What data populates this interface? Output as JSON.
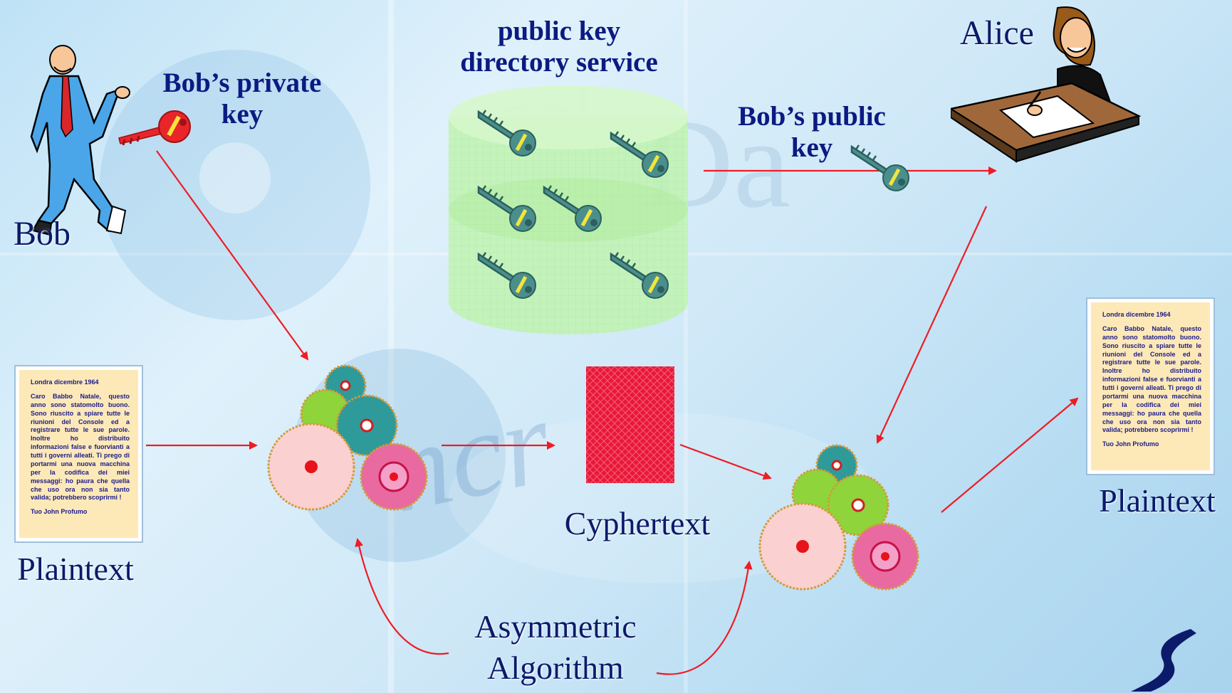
{
  "labels": {
    "pkds_line1": "public key",
    "pkds_line2": "directory service",
    "bob_private_line1": "Bob’s private",
    "bob_private_line2": "key",
    "bob_public_line1": "Bob’s public",
    "bob_public_line2": "key",
    "alice": "Alice",
    "bob": "Bob",
    "plaintext_left": "Plaintext",
    "plaintext_right": "Plaintext",
    "cyphertext": "Cyphertext",
    "algorithm_line1": "Asymmetric",
    "algorithm_line2": "Algorithm"
  },
  "letter": {
    "date": "Londra   dicembre 1964",
    "body": "Caro Babbo Natale, questo anno sono statomolto buono. Sono riuscito a spiare tutte   le riunioni del Console ed a registrare   tutte le sue parole.  Inoltre ho  distribuito informazioni false e  fuorvianti a  tutti  i  governi  alleati.  Ti prego  di  portarmi  una  nuova macchina per la  codifica dei miei messaggi: ho paura che quella che   uso   ora non sia tanto   valida;      potrebbero scoprirmi !",
    "signature": "Tuo     John Profumo"
  },
  "colors": {
    "arrow": "#ee1c24",
    "label_blue": "#0c1a82",
    "key_teal": "#4a8f8c",
    "key_red": "#e8262a",
    "cylinder_green": "#b9f0a8",
    "cyphertext_red": "#e8183a"
  },
  "icons": [
    "bob-figure",
    "alice-figure",
    "private-key-icon",
    "public-key-icon",
    "gear-machine-icon",
    "logo-icon"
  ]
}
